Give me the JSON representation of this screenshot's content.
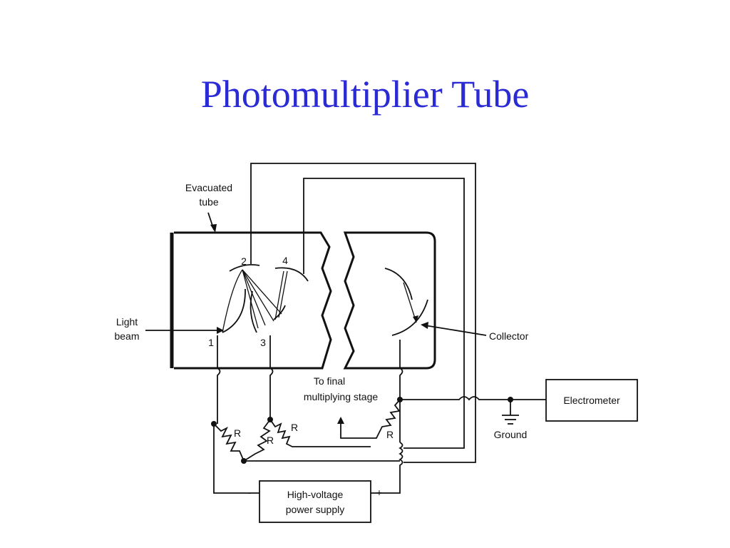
{
  "slide": {
    "title": "Photomultiplier Tube"
  },
  "diagram": {
    "labels": {
      "evacuated_tube_line1": "Evacuated",
      "evacuated_tube_line2": "tube",
      "light_beam_line1": "Light",
      "light_beam_line2": "beam",
      "dynode_1": "1",
      "dynode_2": "2",
      "dynode_3": "3",
      "dynode_4": "4",
      "collector": "Collector",
      "to_final_line1": "To final",
      "to_final_line2": "multiplying stage",
      "resistor_1": "R",
      "resistor_2": "R",
      "resistor_3": "R",
      "resistor_4": "R",
      "ground": "Ground",
      "electrometer": "Electrometer",
      "power_supply_line1": "High-voltage",
      "power_supply_line2": "power supply",
      "minus": "-",
      "plus": "+"
    },
    "icons": [
      "ground-symbol-icon",
      "arrow-icon"
    ]
  }
}
